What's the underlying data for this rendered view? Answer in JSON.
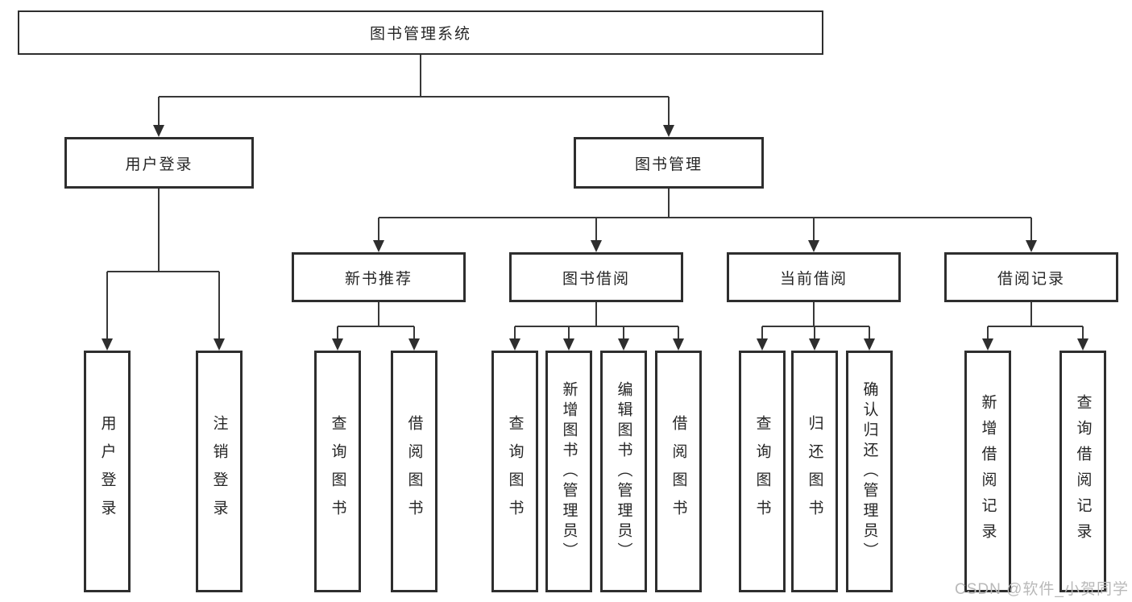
{
  "watermark": "CSDN @软件_小贺同学",
  "colors": {
    "line": "#383838",
    "arrow": "#2e2e2e",
    "box_border": "#2e2e2e",
    "box_fill": "#ffffff",
    "text": "#262626",
    "watermark": "#b9b9b9",
    "background": "#ffffff"
  },
  "tree": {
    "label": "图书管理系统",
    "children": [
      {
        "label": "用户登录",
        "children": [
          {
            "label": "用户登录"
          },
          {
            "label": "注销登录"
          }
        ]
      },
      {
        "label": "图书管理",
        "children": [
          {
            "label": "新书推荐",
            "children": [
              {
                "label": "查询图书"
              },
              {
                "label": "借阅图书"
              }
            ]
          },
          {
            "label": "图书借阅",
            "children": [
              {
                "label": "查询图书"
              },
              {
                "label": "新增图书（管理员）"
              },
              {
                "label": "编辑图书（管理员）"
              },
              {
                "label": "借阅图书"
              }
            ]
          },
          {
            "label": "当前借阅",
            "children": [
              {
                "label": "查询图书"
              },
              {
                "label": "归还图书"
              },
              {
                "label": "确认归还（管理员）"
              }
            ]
          },
          {
            "label": "借阅记录",
            "children": [
              {
                "label": "新增借阅记录"
              },
              {
                "label": "查询借阅记录"
              }
            ]
          }
        ]
      }
    ]
  }
}
